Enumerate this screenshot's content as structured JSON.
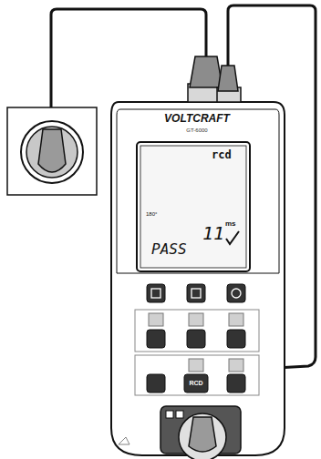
{
  "diagram": {
    "labels": [
      "VOLTCRAFT",
      "GT-6000",
      "rcd",
      "180°",
      "11",
      "ms",
      "PASS",
      "RCD"
    ]
  }
}
